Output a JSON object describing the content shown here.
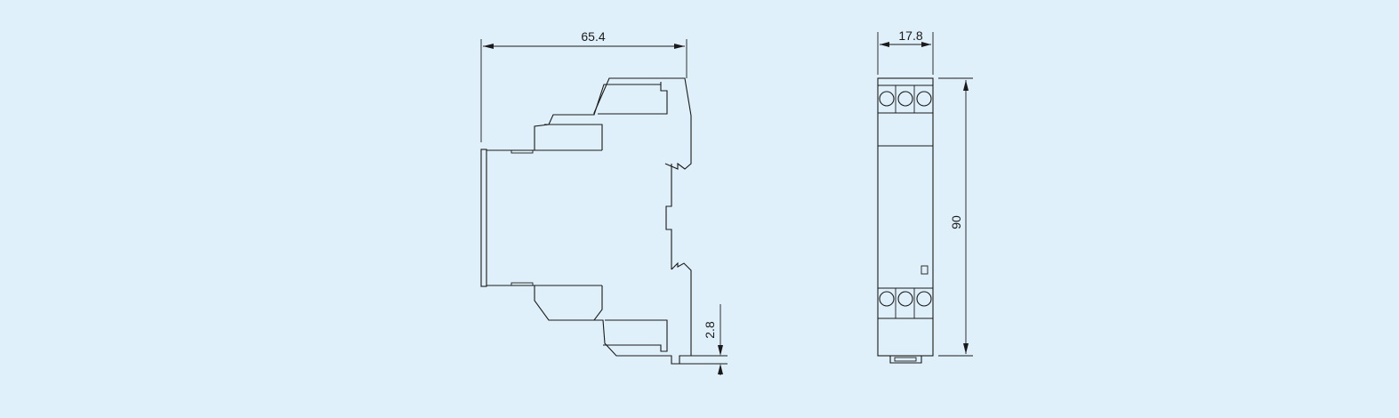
{
  "dimensions": {
    "side_width": "65.4",
    "front_width": "17.8",
    "front_height": "90",
    "rail_offset": "2.8"
  },
  "colors": {
    "background": "#dff0fa",
    "line": "#1a1a1a"
  }
}
